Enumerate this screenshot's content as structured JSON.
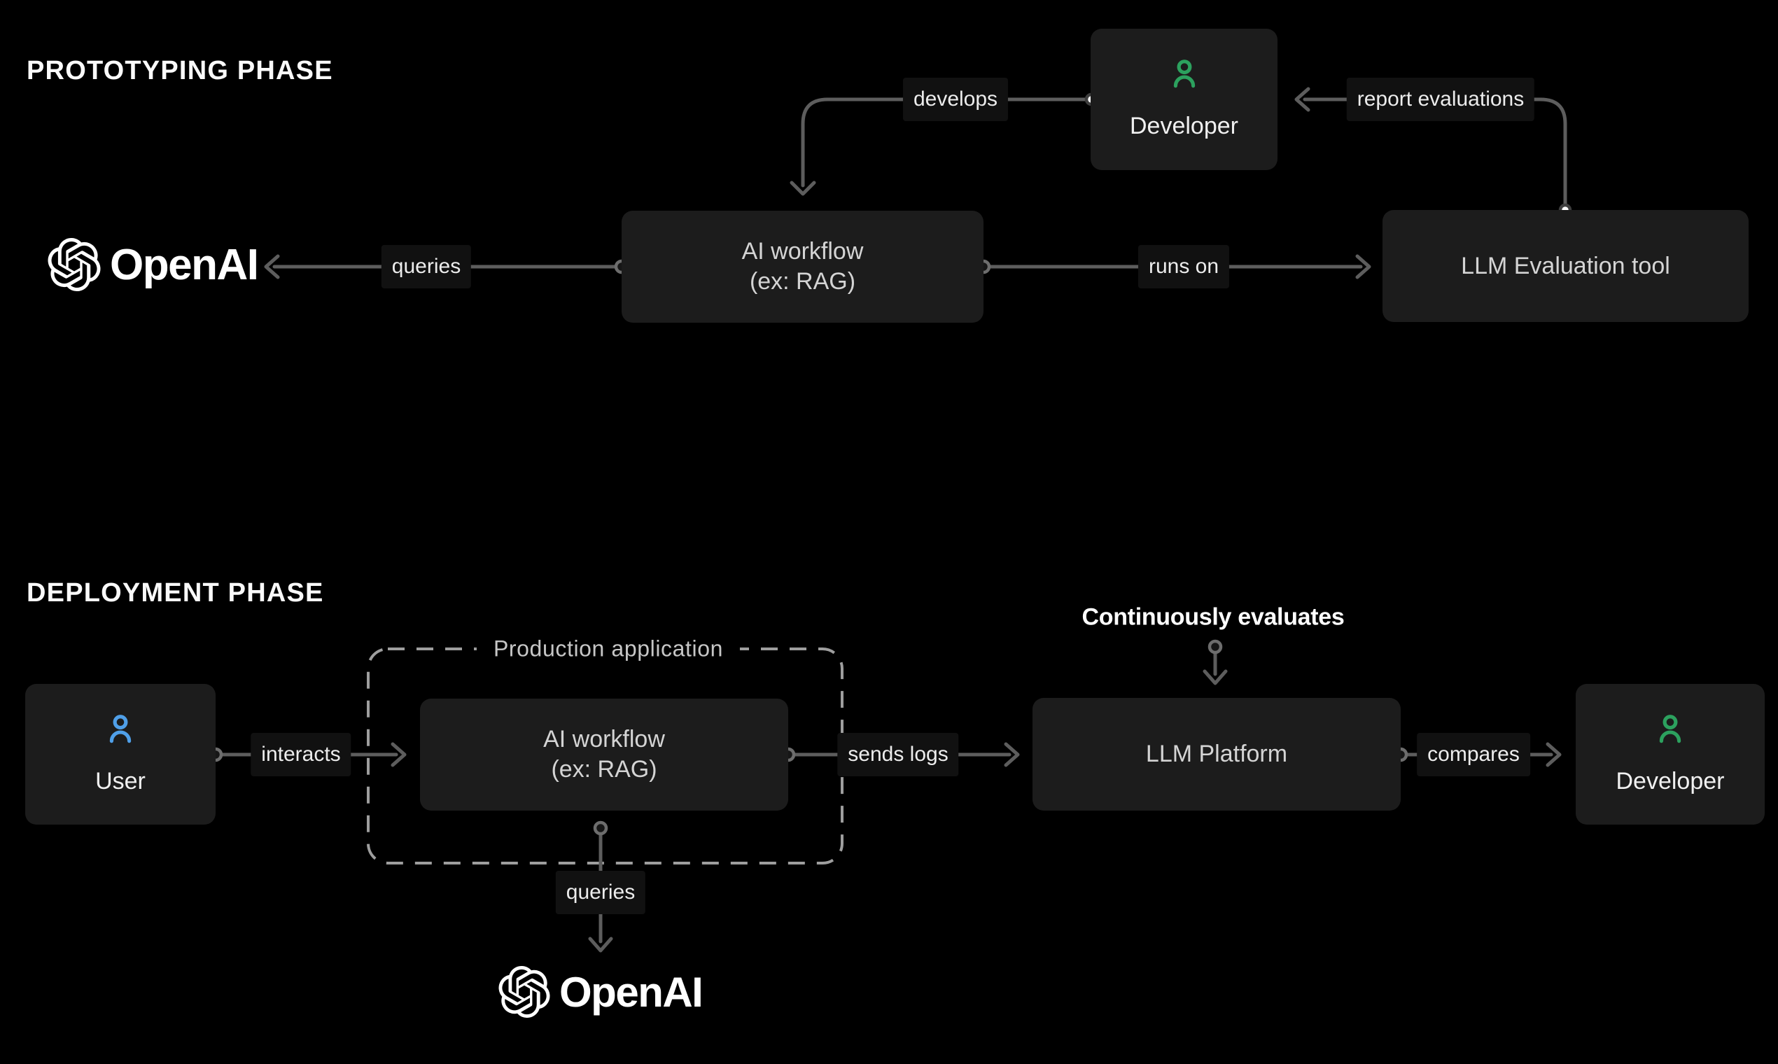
{
  "colors": {
    "background": "#000000",
    "node_bg": "#1c1c1c",
    "chip_bg": "#111111",
    "line": "#5d5d5d",
    "dashed_border": "#9e9e9e",
    "ring_stroke": "#6d6d6d",
    "dot_fill": "#ffffff",
    "developer_green": "#2ca15e",
    "user_blue": "#4f9fe8",
    "heading_text": "#fafafa",
    "node_text": "#d4d4d4",
    "person_text": "#f0f0f0"
  },
  "icons": {
    "openai_logo": "openai-blossom-icon",
    "developer": "person-icon",
    "user": "person-icon"
  },
  "prototyping": {
    "heading": "PROTOTYPING PHASE",
    "openai_wordmark": "OpenAI",
    "developer_label": "Developer",
    "ai_workflow_line1": "AI workflow",
    "ai_workflow_line2": "(ex: RAG)",
    "llm_eval_label": "LLM Evaluation tool",
    "edge_develops": "develops",
    "edge_queries": "queries",
    "edge_runs_on": "runs on",
    "edge_report_evaluations": "report evaluations"
  },
  "deployment": {
    "heading": "DEPLOYMENT PHASE",
    "user_label": "User",
    "production_app_label": "Production application",
    "ai_workflow_line1": "AI workflow",
    "ai_workflow_line2": "(ex: RAG)",
    "llm_platform_label": "LLM Platform",
    "developer_label": "Developer",
    "openai_wordmark": "OpenAI",
    "edge_interacts": "interacts",
    "edge_sends_logs": "sends logs",
    "edge_queries": "queries",
    "edge_compares": "compares",
    "edge_continuously_evaluates": "Continuously evaluates"
  }
}
